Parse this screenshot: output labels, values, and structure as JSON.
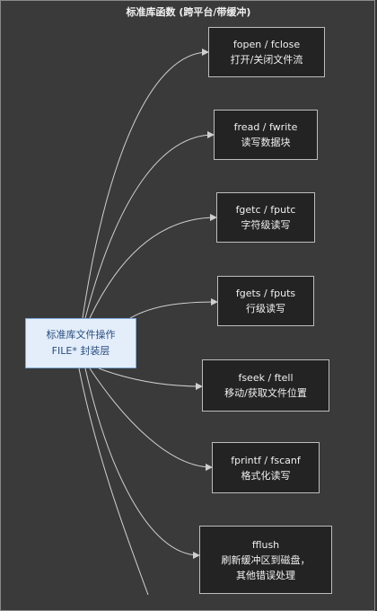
{
  "title": "标准库函数 (跨平台/带缓冲)",
  "source": {
    "line1": "标准库文件操作",
    "line2": "FILE* 封装层"
  },
  "nodes": [
    {
      "line1": "fopen / fclose",
      "line2": "打开/关闭文件流",
      "line3": ""
    },
    {
      "line1": "fread / fwrite",
      "line2": "读写数据块",
      "line3": ""
    },
    {
      "line1": "fgetc / fputc",
      "line2": "字符级读写",
      "line3": ""
    },
    {
      "line1": "fgets / fputs",
      "line2": "行级读写",
      "line3": ""
    },
    {
      "line1": "fseek / ftell",
      "line2": "移动/获取文件位置",
      "line3": ""
    },
    {
      "line1": "fprintf / fscanf",
      "line2": "格式化读写",
      "line3": ""
    },
    {
      "line1": "fflush",
      "line2": "刷新缓冲区到磁盘，",
      "line3": "其他错误处理"
    }
  ],
  "colors": {
    "background": "#3a3a3a",
    "node_fill": "#232323",
    "node_border": "#bdbdbd",
    "source_fill": "#e4eefb",
    "source_border": "#7ea6d8",
    "edge": "#cfcfcf"
  }
}
